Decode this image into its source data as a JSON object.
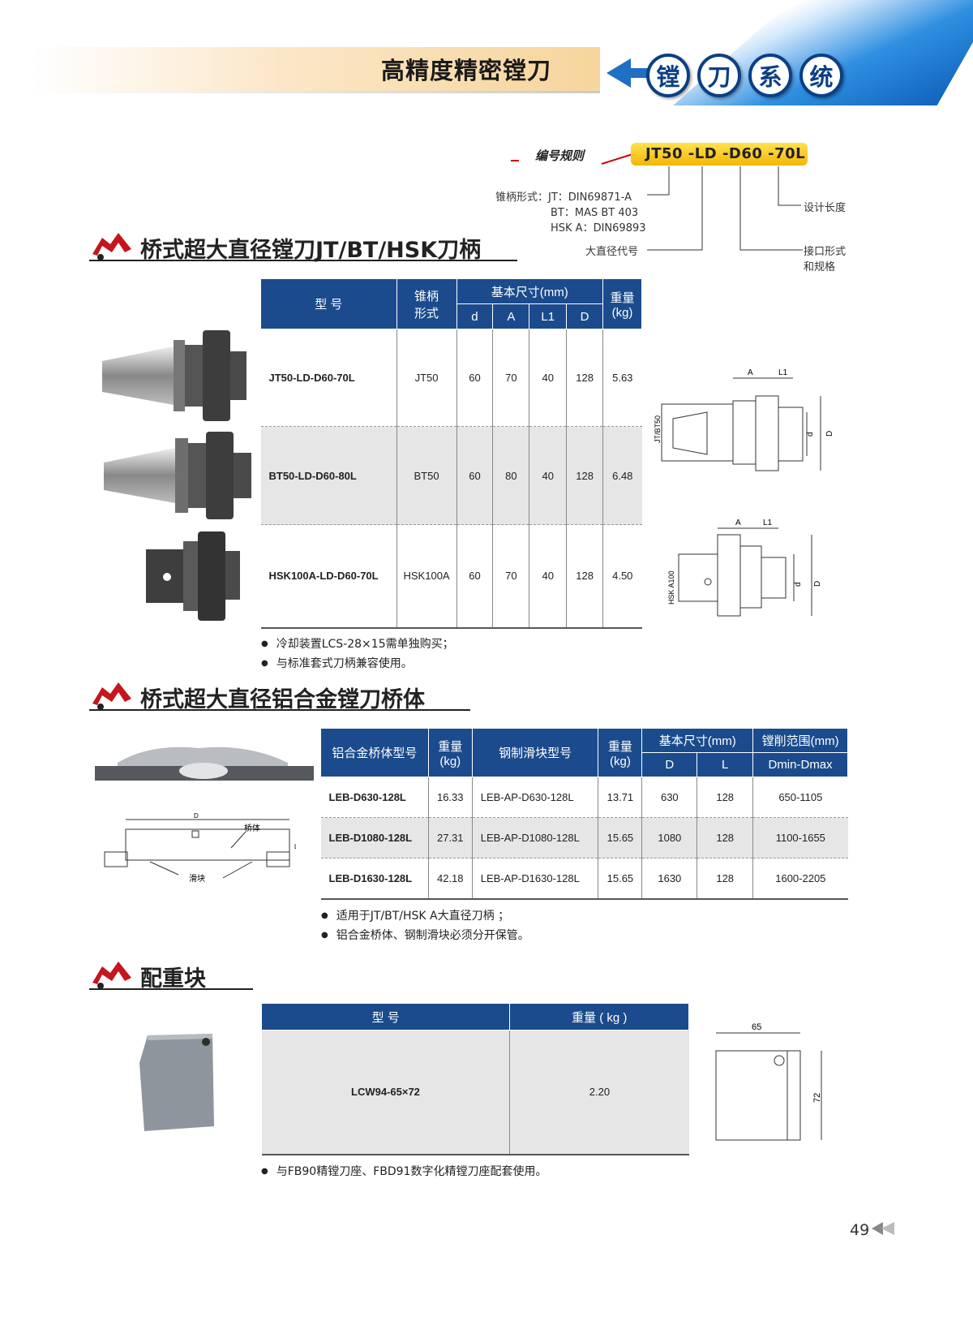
{
  "header": {
    "title": "高精度精密镗刀",
    "system_chars": [
      "镗",
      "刀",
      "系",
      "统"
    ]
  },
  "code_rule": {
    "label": "编号规则",
    "code": "JT50  -LD  -D60  -70L",
    "shank_form_1": "锥柄形式：JT：DIN69871-A",
    "shank_form_2": "BT：MAS BT 403",
    "shank_form_3": "HSK A：DIN69893",
    "large_diameter_code": "大直径代号",
    "design_length": "设计长度",
    "interface_1": "接口形式",
    "interface_2": "和规格"
  },
  "section1": {
    "title": "桥式超大直径镗刀JT/BT/HSK刀柄",
    "headers": {
      "model": "型 号",
      "shank_1": "锥柄",
      "shank_2": "形式",
      "basic_dim": "基本尺寸(mm)",
      "weight_1": "重量",
      "weight_2": "(kg)",
      "d": "d",
      "A": "A",
      "L1": "L1",
      "D": "D"
    },
    "rows": [
      {
        "model": "JT50-LD-D60-70L",
        "shank": "JT50",
        "d": "60",
        "A": "70",
        "L1": "40",
        "D": "128",
        "weight": "5.63"
      },
      {
        "model": "BT50-LD-D60-80L",
        "shank": "BT50",
        "d": "60",
        "A": "80",
        "L1": "40",
        "D": "128",
        "weight": "6.48"
      },
      {
        "model": "HSK100A-LD-D60-70L",
        "shank": "HSK100A",
        "d": "60",
        "A": "70",
        "L1": "40",
        "D": "128",
        "weight": "4.50"
      }
    ],
    "notes": [
      "冷却装置LCS-28×15需单独购买；",
      "与标准套式刀柄兼容使用。"
    ],
    "diagram1": {
      "A": "A",
      "L1": "L1",
      "side": "JT/BT50",
      "d": "d",
      "D": "D"
    },
    "diagram2": {
      "A": "A",
      "L1": "L1",
      "side": "HSK A100",
      "d": "d",
      "D": "D"
    }
  },
  "section2": {
    "title": "桥式超大直径铝合金镗刀桥体",
    "headers": {
      "body_model": "铝合金桥体型号",
      "weight_1": "重量",
      "weight_2": "(kg)",
      "slider_model": "钢制滑块型号",
      "basic_dim": "基本尺寸(mm)",
      "range": "镗削范围(mm)",
      "D": "D",
      "L": "L",
      "dmin": "Dmin-Dmax"
    },
    "rows": [
      {
        "body": "LEB-D630-128L",
        "w1": "16.33",
        "slider": "LEB-AP-D630-128L",
        "w2": "13.71",
        "D": "630",
        "L": "128",
        "range": "650-1105"
      },
      {
        "body": "LEB-D1080-128L",
        "w1": "27.31",
        "slider": "LEB-AP-D1080-128L",
        "w2": "15.65",
        "D": "1080",
        "L": "128",
        "range": "1100-1655"
      },
      {
        "body": "LEB-D1630-128L",
        "w1": "42.18",
        "slider": "LEB-AP-D1630-128L",
        "w2": "15.65",
        "D": "1630",
        "L": "128",
        "range": "1600-2205"
      }
    ],
    "notes": [
      "适用于JT/BT/HSK A大直径刀柄 ；",
      "铝合金桥体、钢制滑块必须分开保管。"
    ],
    "diagram": {
      "D": "D",
      "bridge": "桥体",
      "slider": "滑块",
      "L": "L"
    }
  },
  "section3": {
    "title": "配重块",
    "headers": {
      "model": "型  号",
      "weight": "重量 ( kg )"
    },
    "rows": [
      {
        "model": "LCW94-65×72",
        "weight": "2.20"
      }
    ],
    "notes": [
      "与FB90精镗刀座、FBD91数字化精镗刀座配套使用。"
    ],
    "diagram": {
      "w": "65",
      "h": "72"
    }
  },
  "page_number": "49"
}
